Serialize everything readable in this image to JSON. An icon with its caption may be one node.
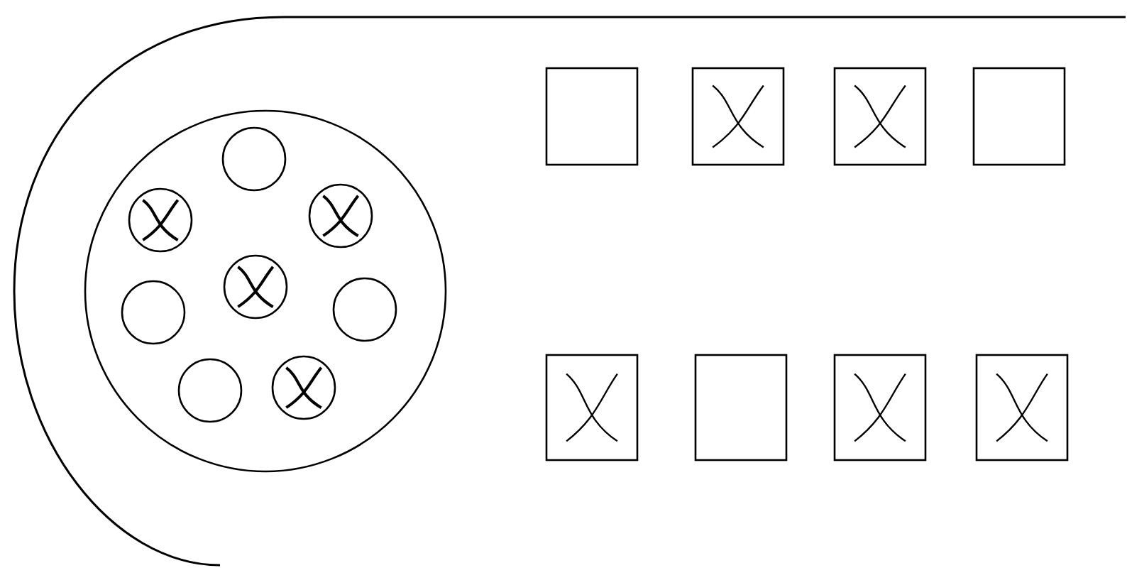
{
  "diagram": {
    "nodes": [
      {
        "text": [],
        "shape": "circle"
      },
      {
        "text": [],
        "shape": "circle",
        "in": 0
      },
      {
        "text": [],
        "shape": "circle",
        "in": 0
      },
      {
        "text": [],
        "shape": "circle",
        "in": 0
      },
      {
        "text": [],
        "shape": "circle",
        "in": 0
      },
      {
        "text": [],
        "shape": "circle",
        "in": 0
      },
      {
        "text": [],
        "shape": "circle",
        "in": 0
      },
      {
        "text": [],
        "shape": "circle",
        "in": 0
      },
      {
        "text": [],
        "shape": "circle",
        "in": 0
      },
      {
        "text": [],
        "shape": "box"
      },
      {
        "text": [],
        "shape": "box"
      },
      {
        "text": [],
        "shape": "box"
      },
      {
        "text": [],
        "shape": "box"
      },
      {
        "text": [],
        "shape": "box"
      },
      {
        "text": [],
        "shape": "box"
      },
      {
        "text": [],
        "shape": "box"
      },
      {
        "text": [],
        "shape": "box"
      }
    ]
  }
}
